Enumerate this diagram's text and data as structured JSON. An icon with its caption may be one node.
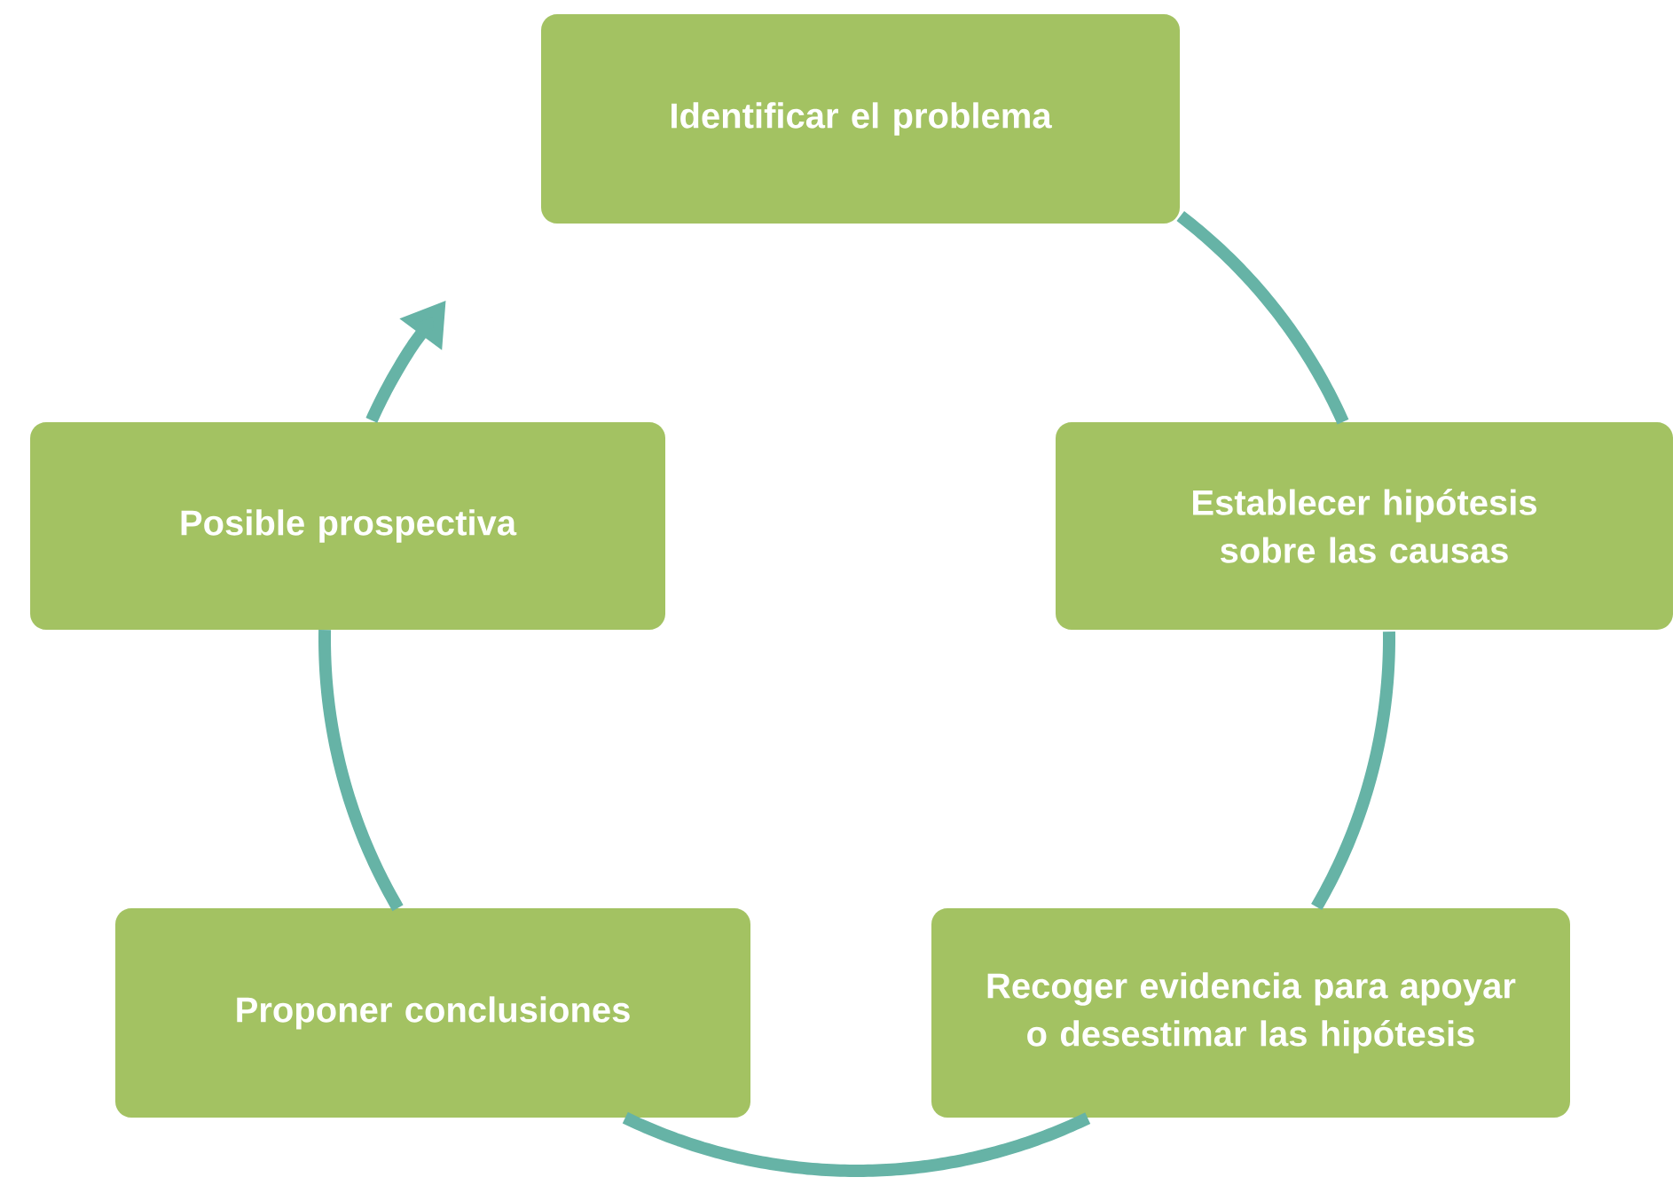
{
  "diagram": {
    "nodes": [
      {
        "text": [
          "Identificar el problema"
        ]
      },
      {
        "text": [
          "Establecer hipótesis sobre las causas"
        ]
      },
      {
        "text": [
          "Recoger evidencia para apoyar o desestimar las hipótesis"
        ]
      },
      {
        "text": [
          "Proponer conclusiones"
        ]
      },
      {
        "text": [
          "Posible prospectiva"
        ]
      }
    ],
    "edges": [
      {
        "from": 0,
        "to": 1,
        "arrow": "none"
      },
      {
        "from": 1,
        "to": 2,
        "arrow": "none"
      },
      {
        "from": 2,
        "to": 3,
        "arrow": "none"
      },
      {
        "from": 3,
        "to": 4,
        "arrow": "none"
      },
      {
        "from": 4,
        "to": null,
        "arrow": "to"
      }
    ]
  }
}
